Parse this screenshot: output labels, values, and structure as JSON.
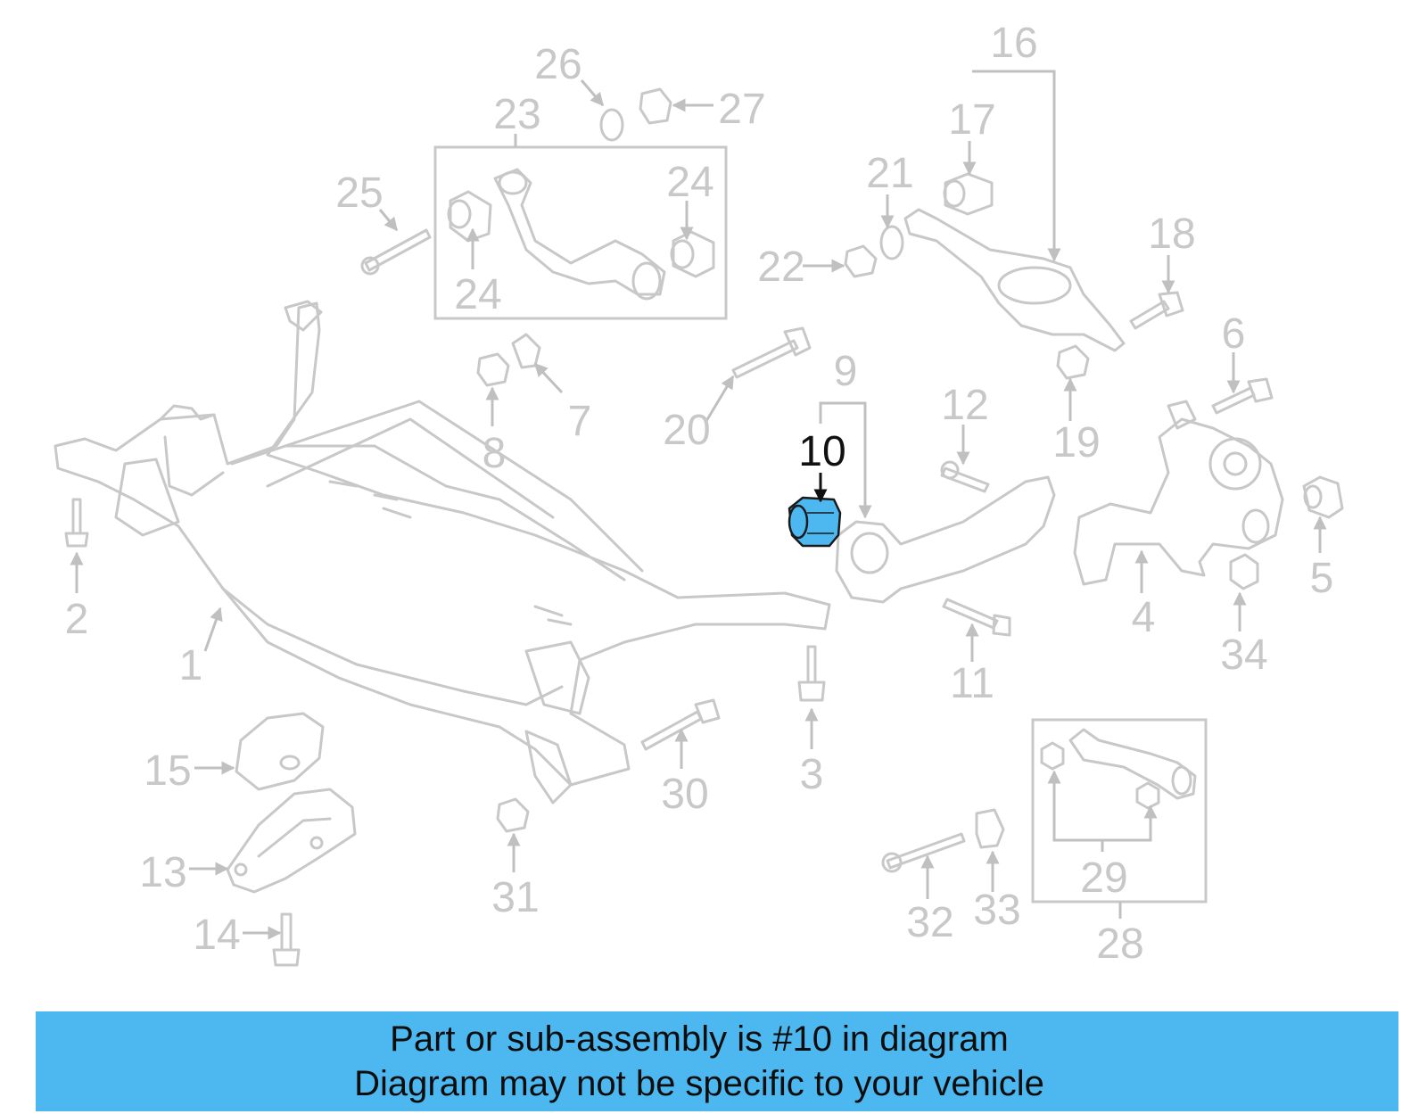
{
  "callouts": [
    {
      "id": "1",
      "label": "1"
    },
    {
      "id": "2",
      "label": "2"
    },
    {
      "id": "3",
      "label": "3"
    },
    {
      "id": "4",
      "label": "4"
    },
    {
      "id": "5",
      "label": "5"
    },
    {
      "id": "6",
      "label": "6"
    },
    {
      "id": "7",
      "label": "7"
    },
    {
      "id": "8",
      "label": "8"
    },
    {
      "id": "9",
      "label": "9"
    },
    {
      "id": "10",
      "label": "10"
    },
    {
      "id": "11",
      "label": "11"
    },
    {
      "id": "12",
      "label": "12"
    },
    {
      "id": "13",
      "label": "13"
    },
    {
      "id": "14",
      "label": "14"
    },
    {
      "id": "15",
      "label": "15"
    },
    {
      "id": "16",
      "label": "16"
    },
    {
      "id": "17",
      "label": "17"
    },
    {
      "id": "18",
      "label": "18"
    },
    {
      "id": "19",
      "label": "19"
    },
    {
      "id": "20",
      "label": "20"
    },
    {
      "id": "21",
      "label": "21"
    },
    {
      "id": "22",
      "label": "22"
    },
    {
      "id": "23",
      "label": "23"
    },
    {
      "id": "24a",
      "label": "24"
    },
    {
      "id": "24b",
      "label": "24"
    },
    {
      "id": "25",
      "label": "25"
    },
    {
      "id": "26",
      "label": "26"
    },
    {
      "id": "27",
      "label": "27"
    },
    {
      "id": "28",
      "label": "28"
    },
    {
      "id": "29",
      "label": "29"
    },
    {
      "id": "30",
      "label": "30"
    },
    {
      "id": "31",
      "label": "31"
    },
    {
      "id": "32",
      "label": "32"
    },
    {
      "id": "33",
      "label": "33"
    },
    {
      "id": "34",
      "label": "34"
    }
  ],
  "highlight": {
    "part": "10",
    "color": "#4db8f0"
  },
  "banner": {
    "line1": "Part or sub-assembly is #10 in diagram",
    "line2": "Diagram may not be specific to your vehicle",
    "background": "#4db8f0"
  }
}
